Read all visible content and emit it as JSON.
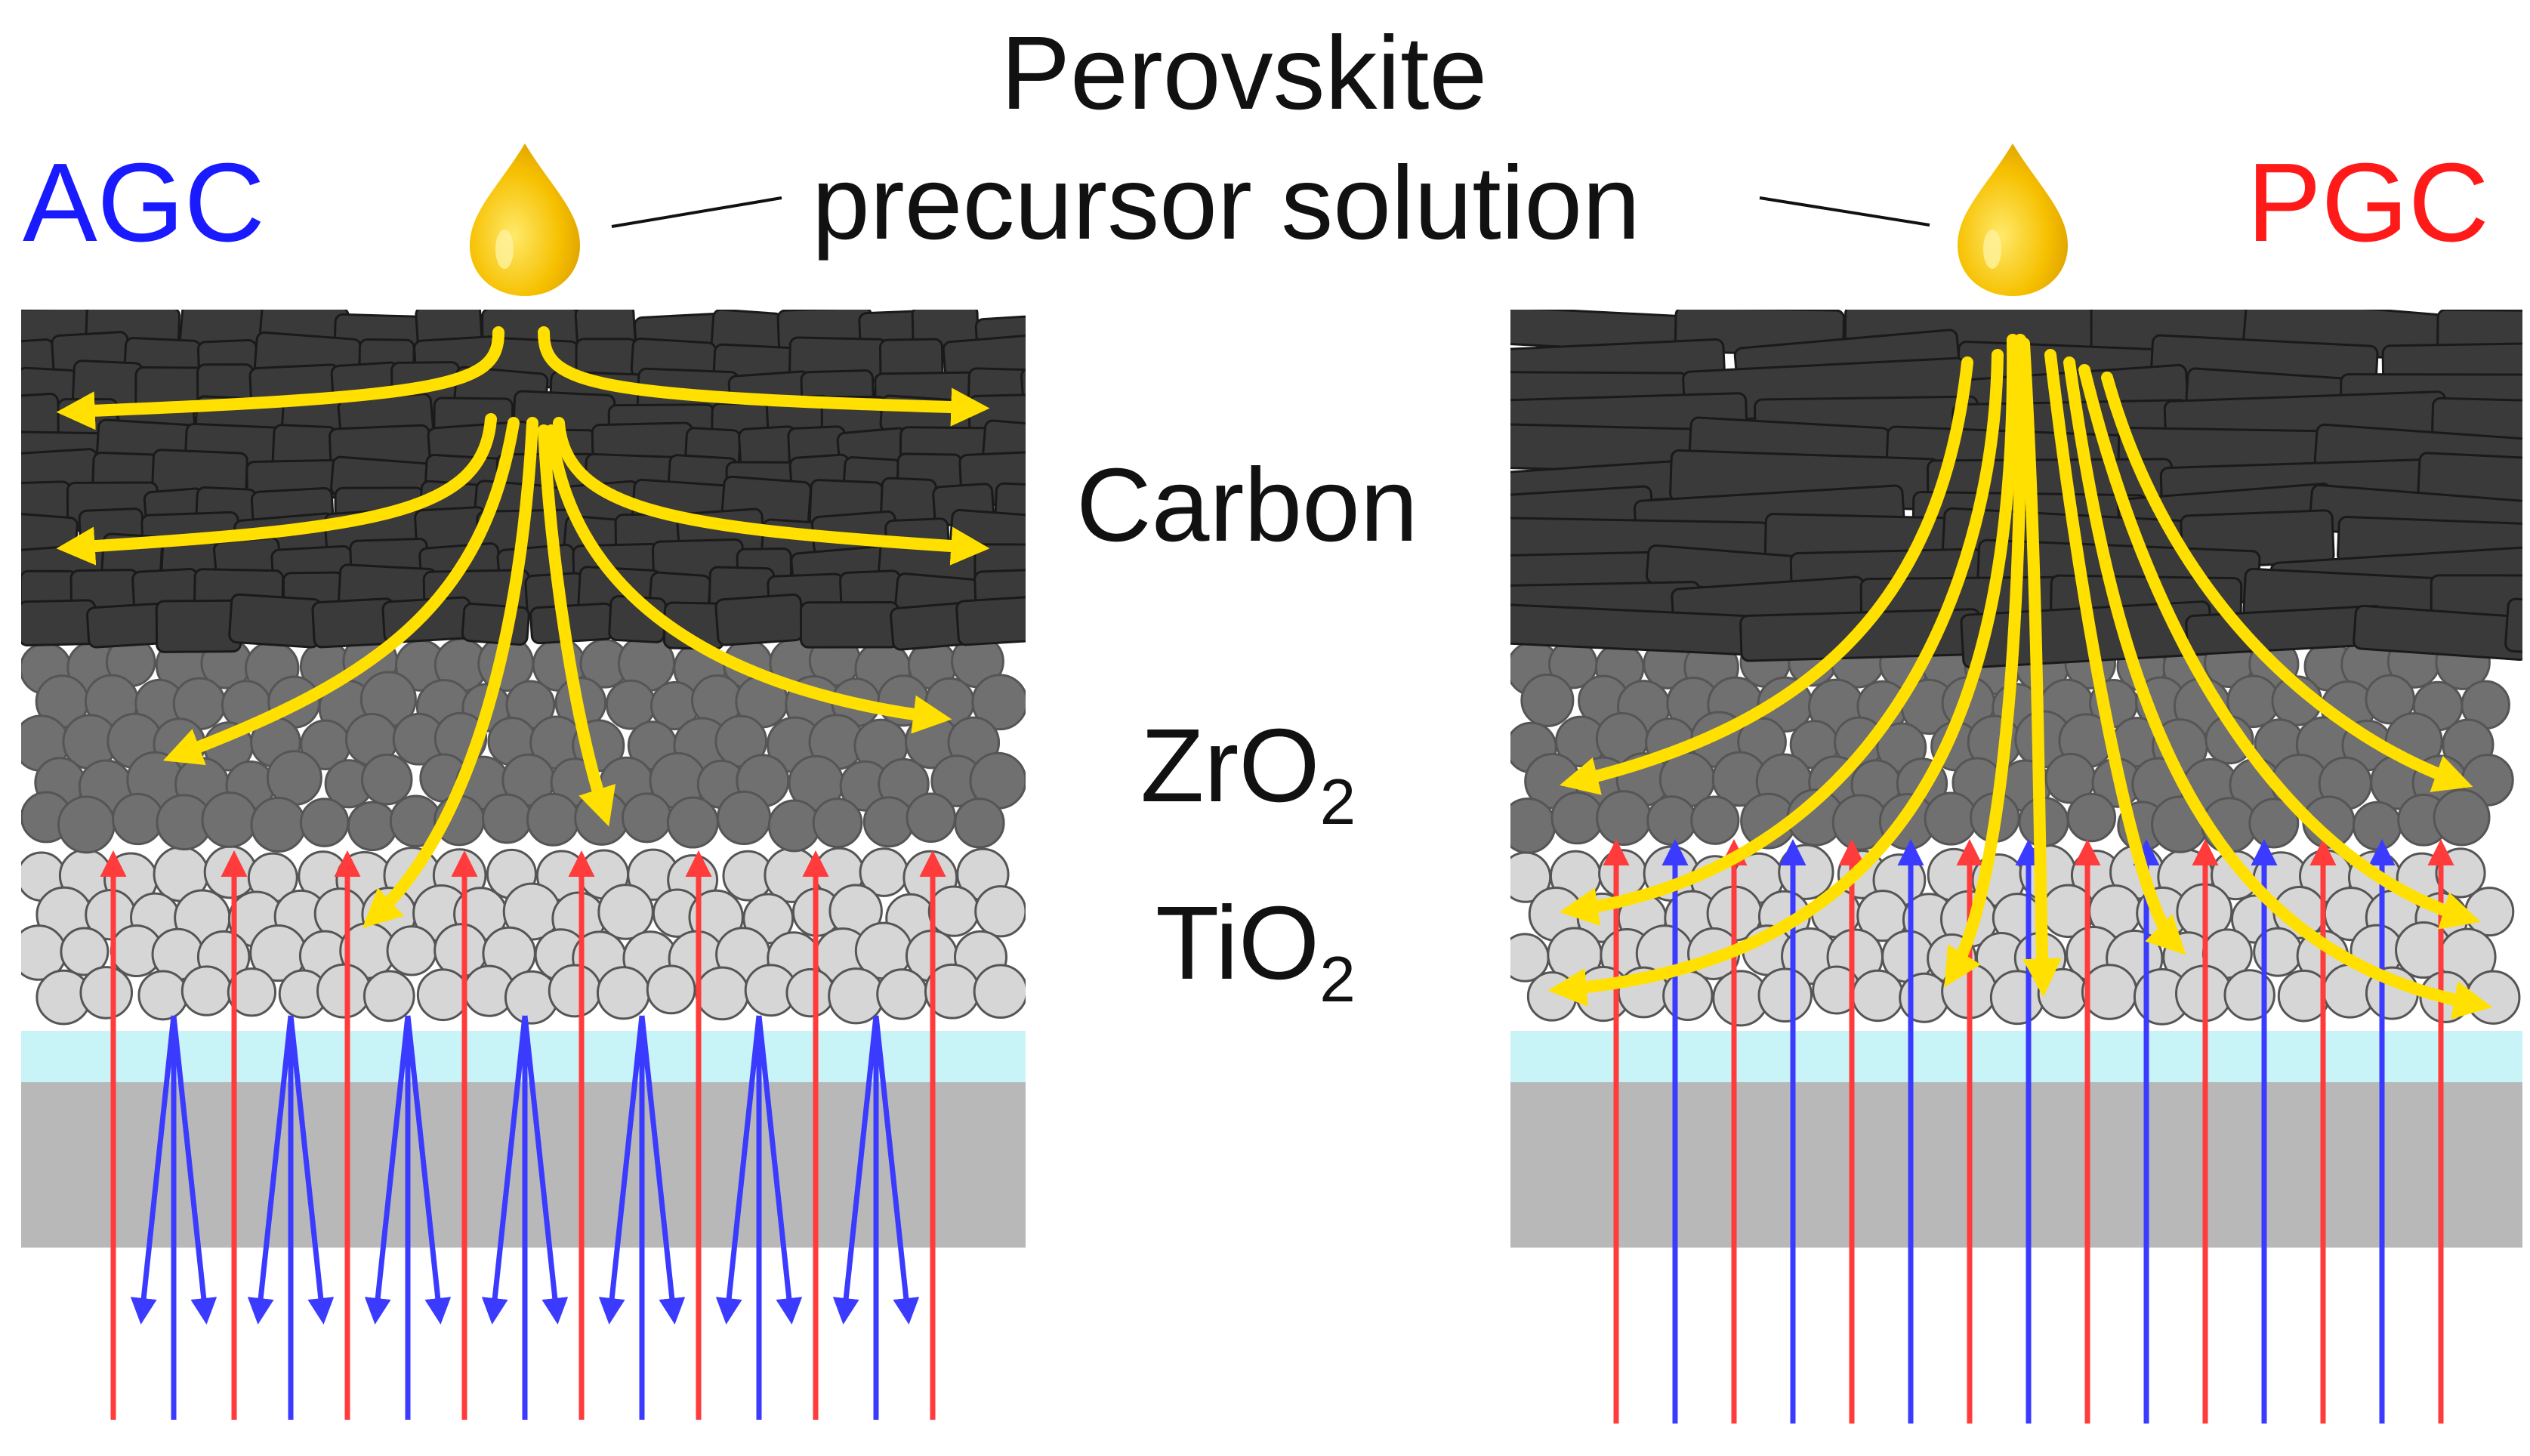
{
  "title": {
    "line1": "Perovskite",
    "line2": "precursor solution"
  },
  "panels": {
    "left": {
      "label": "AGC",
      "color": "#1a1aff"
    },
    "right": {
      "label": "PGC",
      "color": "#ff1a1a"
    }
  },
  "layers": {
    "carbon": "Carbon",
    "zro2": {
      "base": "ZrO",
      "sub": "2"
    },
    "tio2": {
      "base": "TiO",
      "sub": "2"
    }
  },
  "colors": {
    "carbon_flake": "#3a3a3a",
    "zro2_particle": "#707070",
    "tio2_particle": "#d6d6d6",
    "fto": "#c8f4f8",
    "glass": "#b8b8b8",
    "flow_arrow": "#ffe000",
    "incident_light": "#ff3b3b",
    "reflected_light": "#3b3bff",
    "droplet": "#f6c000"
  },
  "icons": [
    "droplet-icon",
    "arrow-icon"
  ]
}
